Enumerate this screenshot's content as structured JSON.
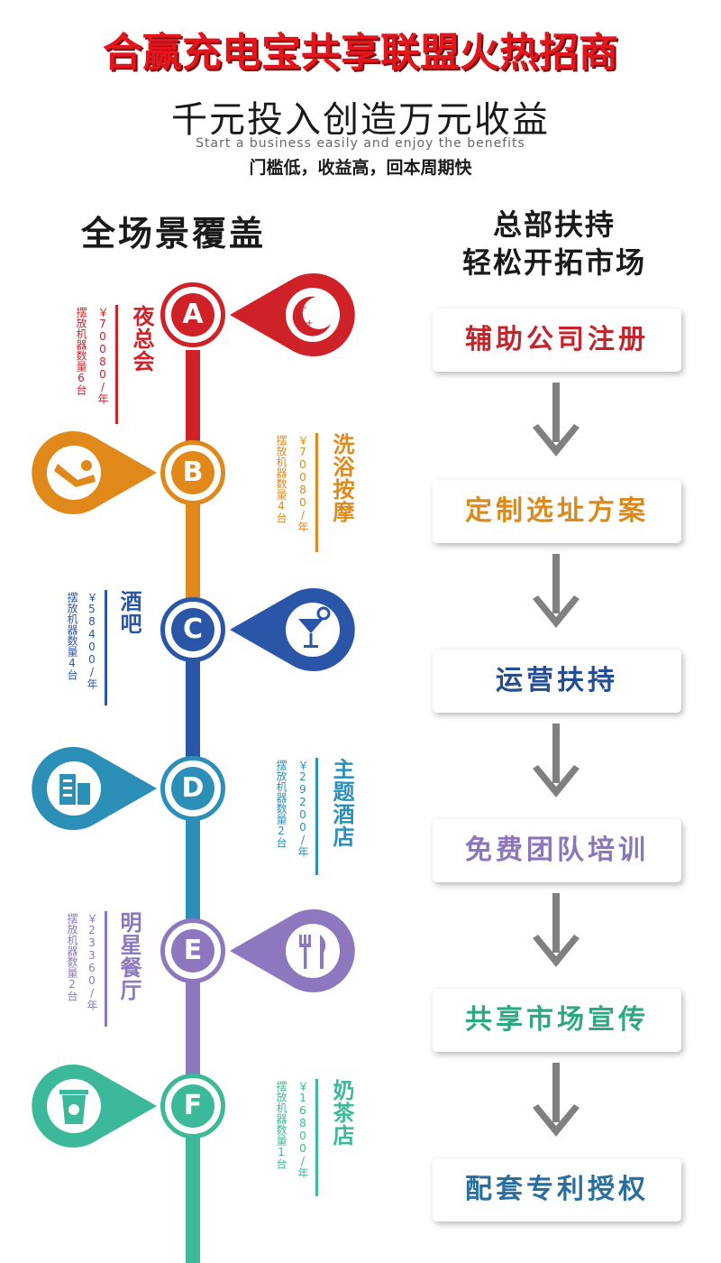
{
  "header": {
    "title": "合赢充电宝共享联盟火热招商",
    "subtitle": "千元投入创造万元收益",
    "english": "Start a business easily and enjoy the benefits",
    "tagline": "门槛低，收益高，回本周期快"
  },
  "left_heading": "全场景覆盖",
  "right_heading": [
    "总部扶持",
    "轻松开拓市场"
  ],
  "scenes": [
    {
      "letter": "A",
      "name": "夜总会",
      "price": "￥70080/年",
      "machines": "摆放机器数量6台",
      "color": "#cf2228",
      "icon": "moon-icon"
    },
    {
      "letter": "B",
      "name": "洗浴按摩",
      "price": "￥70080/年",
      "machines": "摆放机器数量4台",
      "color": "#e0881a",
      "icon": "bath-icon"
    },
    {
      "letter": "C",
      "name": "酒吧",
      "price": "￥58400/年",
      "machines": "摆放机器数量4台",
      "color": "#2b56a8",
      "icon": "cocktail-icon"
    },
    {
      "letter": "D",
      "name": "主题酒店",
      "price": "￥29200/年",
      "machines": "摆放机器数量2台",
      "color": "#2c8fb8",
      "icon": "hotel-icon"
    },
    {
      "letter": "E",
      "name": "明星餐厅",
      "price": "￥23360/年",
      "machines": "摆放机器数量2台",
      "color": "#8d77bf",
      "icon": "cutlery-icon"
    },
    {
      "letter": "F",
      "name": "奶茶店",
      "price": "￥16800/年",
      "machines": "摆放机器数量1台",
      "color": "#3cb89a",
      "icon": "cup-icon"
    }
  ],
  "steps": [
    {
      "label": "辅助公司注册",
      "color": "#c0262c"
    },
    {
      "label": "定制选址方案",
      "color": "#d98a1c"
    },
    {
      "label": "运营扶持",
      "color": "#234e94"
    },
    {
      "label": "免费团队培训",
      "color": "#8b76ba"
    },
    {
      "label": "共享市场宣传",
      "color": "#2ea783"
    },
    {
      "label": "配套专利授权",
      "color": "#2a6fa0"
    }
  ]
}
